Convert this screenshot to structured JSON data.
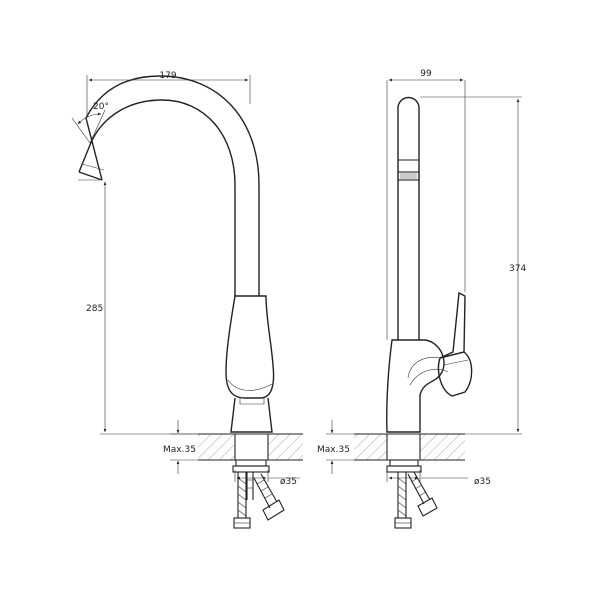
{
  "dimensions": {
    "front_width": "179",
    "spout_angle": "20°",
    "front_height": "285",
    "front_max_thickness": "Max.35",
    "front_hole_diameter": "ø35",
    "side_width": "99",
    "side_height": "374",
    "side_max_thickness": "Max.35",
    "side_hole_diameter": "ø35"
  },
  "colors": {
    "line": "#222222",
    "background": "#ffffff"
  }
}
